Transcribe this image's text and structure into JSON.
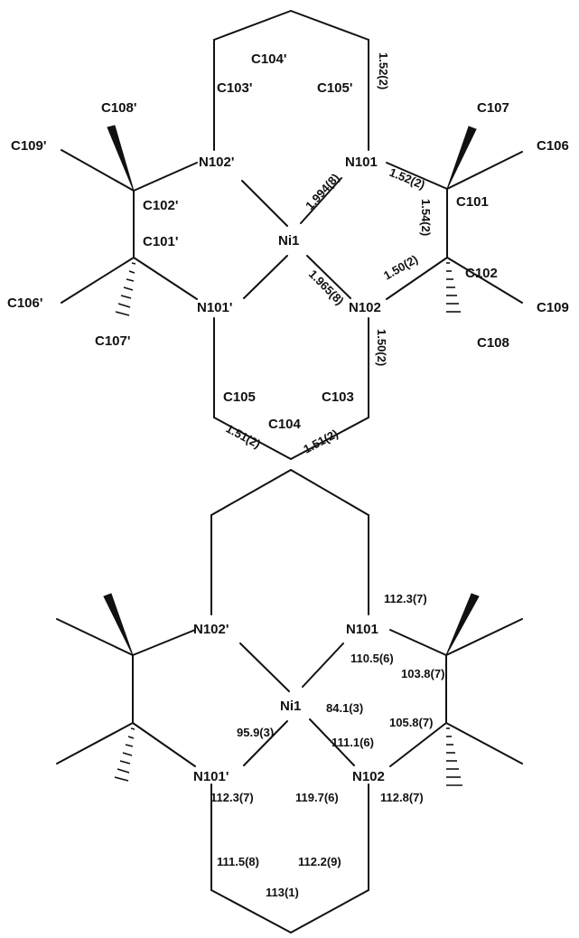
{
  "top": {
    "atoms": {
      "c104p": "C104'",
      "c103p": "C103'",
      "c105p": "C105'",
      "c108p": "C108'",
      "c109p": "C109'",
      "n102p": "N102'",
      "c102p": "C102'",
      "c101p": "C101'",
      "c106p": "C106'",
      "c107p": "C107'",
      "n101p": "N101'",
      "c107": "C107",
      "c106": "C106",
      "n101": "N101",
      "c101": "C101",
      "ni1": "Ni1",
      "c102": "C102",
      "n102": "N102",
      "c109": "C109",
      "c108": "C108",
      "c105": "C105",
      "c104": "C104",
      "c103": "C103"
    },
    "bond_lengths": {
      "c105p_n101": "1.52(2)",
      "n101_c101": "1.52(2)",
      "ni1_n101": "1.994(8)",
      "c101_c102": "1.54(2)",
      "ni1_n102": "1.965(8)",
      "n102_c102": "1.50(2)",
      "n102_c103": "1.50(2)",
      "c105_c104": "1.51(2)",
      "c104_c103": "1.51(2)"
    }
  },
  "bottom": {
    "atoms": {
      "n102p": "N102'",
      "n101": "N101",
      "ni1": "Ni1",
      "n101p": "N101'",
      "n102": "N102"
    },
    "angles": {
      "a1": "112.3(7)",
      "a2": "110.5(6)",
      "a3": "103.8(7)",
      "a4": "84.1(3)",
      "a5": "105.8(7)",
      "a6": "95.9(3)",
      "a7": "111.1(6)",
      "a8": "112.3(7)",
      "a9": "119.7(6)",
      "a10": "112.8(7)",
      "a11": "111.5(8)",
      "a12": "112.2(9)",
      "a13": "113(1)"
    }
  }
}
